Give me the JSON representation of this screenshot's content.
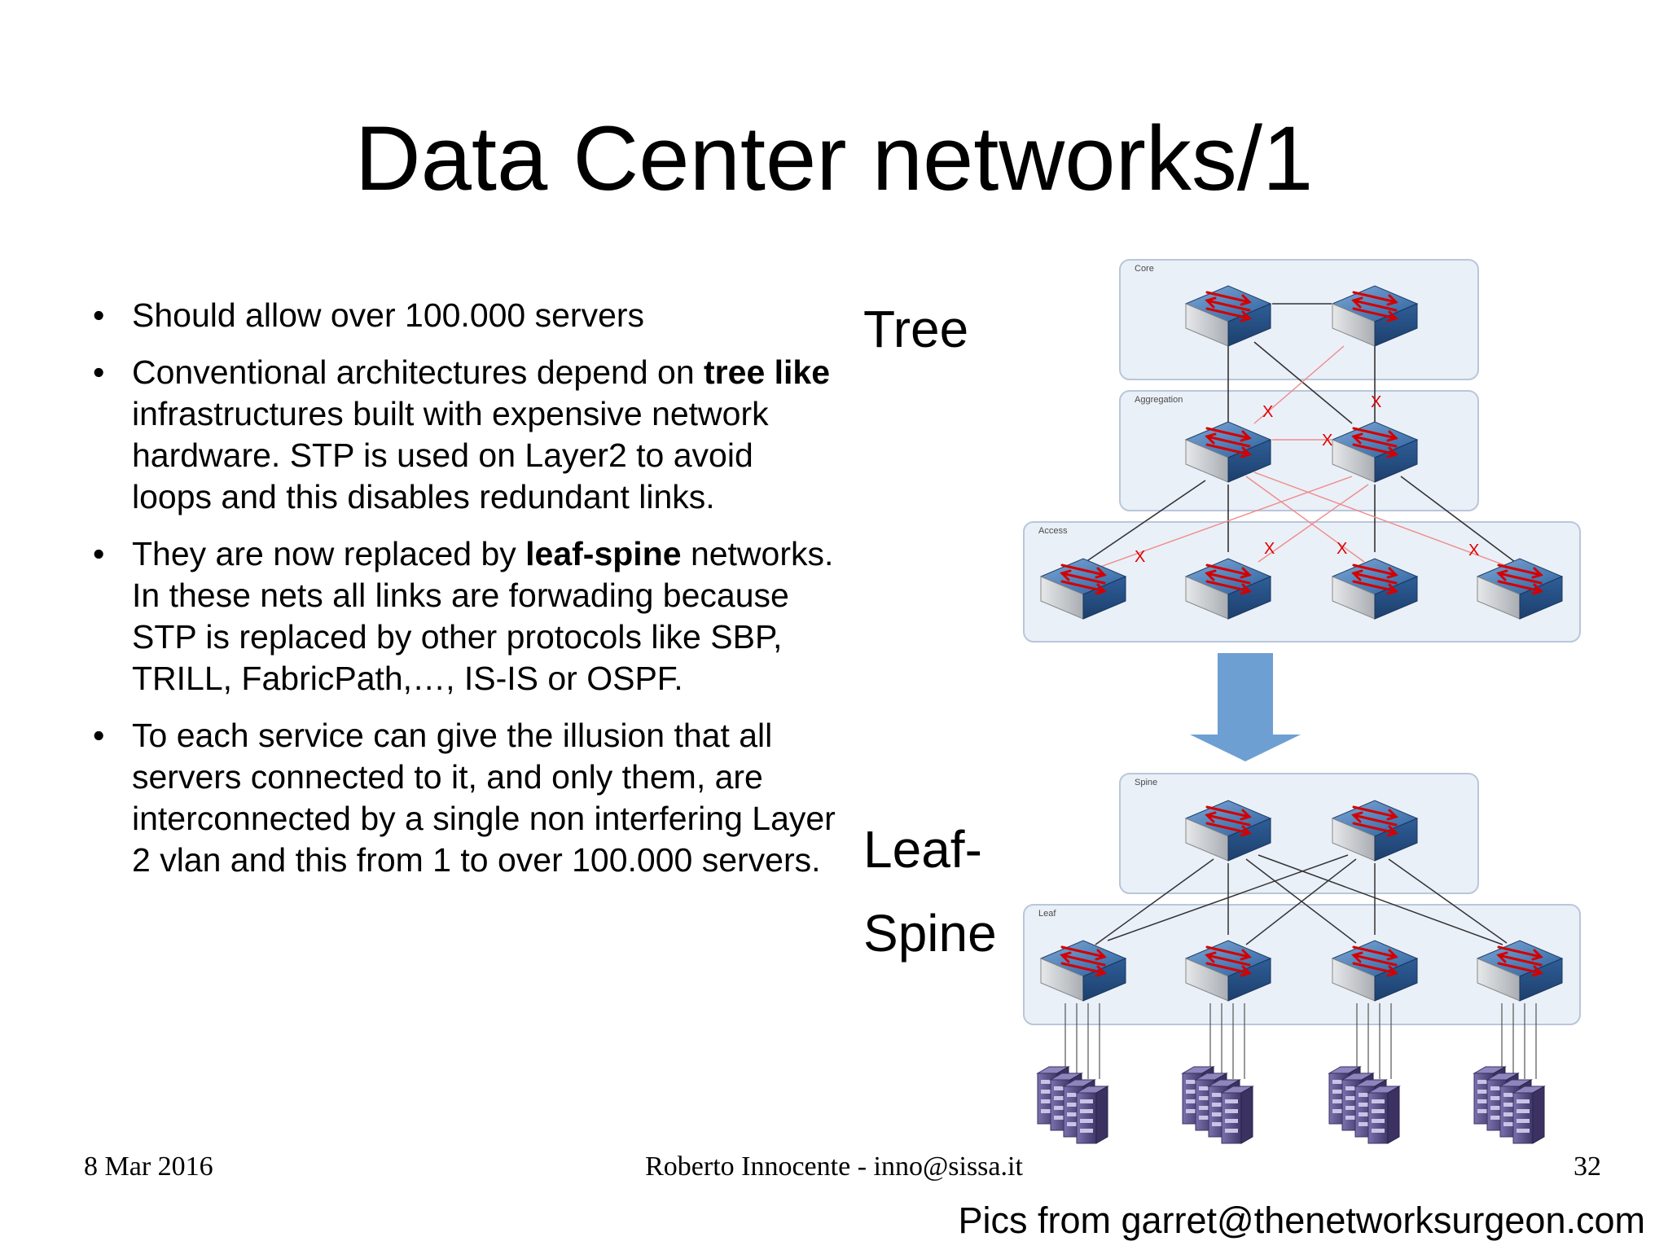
{
  "title": "Data Center networks/1",
  "bullets": [
    {
      "segments": [
        {
          "text": "Should allow over 100.000 servers",
          "bold": false
        }
      ]
    },
    {
      "segments": [
        {
          "text": "Conventional architectures depend on ",
          "bold": false
        },
        {
          "text": "tree like",
          "bold": true
        },
        {
          "text": " infrastructures built with expensive network hardware. STP is used on Layer2 to avoid loops and this disables redundant links.",
          "bold": false
        }
      ]
    },
    {
      "segments": [
        {
          "text": "They are now replaced by ",
          "bold": false
        },
        {
          "text": "leaf-spine",
          "bold": true
        },
        {
          "text": " networks. In these nets all links are forwading because STP is replaced by other protocols like SBP, TRILL, FabricPath,…, IS-IS or OSPF.",
          "bold": false
        }
      ]
    },
    {
      "segments": [
        {
          "text": "To each service can give the illusion that all servers connected to it, and only them,  are interconnected by a single non interfering Layer 2 vlan and this from 1 to over 100.000 servers.",
          "bold": false
        }
      ]
    }
  ],
  "bullet_symbol": "•",
  "labels": {
    "tree": "Tree",
    "leaf": "Leaf-",
    "spine": "Spine"
  },
  "diagram": {
    "tree_sections": [
      "Core",
      "Aggregation",
      "Access"
    ],
    "leaf_spine_sections": [
      "Spine",
      "Leaf"
    ],
    "blocked_link_mark": "X",
    "colors": {
      "panel_fill": "#eaf0f8",
      "panel_stroke": "#b9c7da",
      "switch_top": "#3f78b8",
      "switch_side": "#cfd3d8",
      "arrow_red": "#d40000",
      "blocked_link": "#f08a8a",
      "active_link": "#333333",
      "transition_arrow": "#6e9fd2",
      "server": "#5a4f8c"
    }
  },
  "footer": {
    "date": "8 Mar 2016",
    "author": "Roberto Innocente - inno@sissa.it",
    "page": "32"
  },
  "credit": "Pics from garret@thenetworksurgeon.com"
}
